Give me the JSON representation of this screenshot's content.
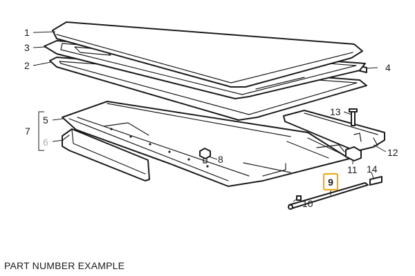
{
  "diagram": {
    "caption": "PART NUMBER EXAMPLE",
    "highlight_color": "#f0a91a",
    "line_color": "#1a1a1a",
    "muted_label_color": "#b0b0b0",
    "callouts": [
      {
        "id": "1",
        "label": "1",
        "part": "glass-panel"
      },
      {
        "id": "3",
        "label": "3",
        "part": "panel-frame"
      },
      {
        "id": "2",
        "label": "2",
        "part": "seal"
      },
      {
        "id": "4",
        "label": "4",
        "part": "seal-end"
      },
      {
        "id": "7",
        "label": "7",
        "part": "group-5-6"
      },
      {
        "id": "5",
        "label": "5",
        "part": "frame-tray"
      },
      {
        "id": "6",
        "label": "6",
        "part": "drain-channel",
        "muted": true
      },
      {
        "id": "8",
        "label": "8",
        "part": "clip"
      },
      {
        "id": "13",
        "label": "13",
        "part": "bolt"
      },
      {
        "id": "12",
        "label": "12",
        "part": "rail"
      },
      {
        "id": "11",
        "label": "11",
        "part": "guide-block"
      },
      {
        "id": "14",
        "label": "14",
        "part": "small-bracket"
      },
      {
        "id": "9",
        "label": "9",
        "part": "cable-rod",
        "highlighted": true
      },
      {
        "id": "10",
        "label": "10",
        "part": "screw"
      }
    ]
  }
}
